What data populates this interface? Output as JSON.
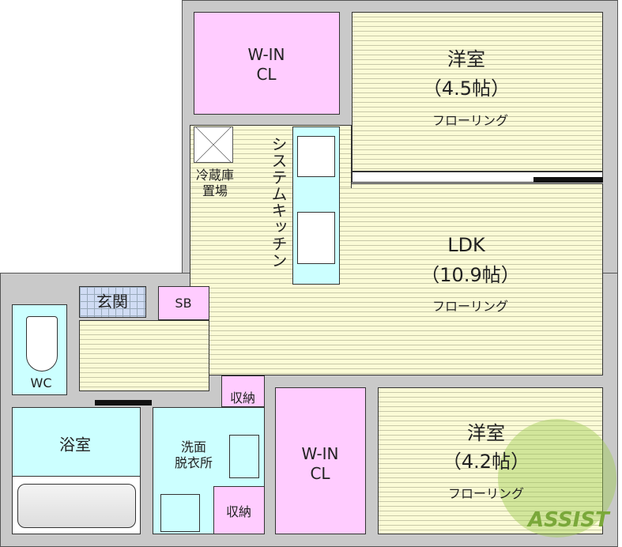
{
  "rooms": {
    "wic_top": "W-IN\nCL",
    "western1_name": "洋室",
    "western1_size": "（4.5帖）",
    "western1_floor": "フローリング",
    "fridge": "冷蔵庫\n置場",
    "kitchen": "システムキッチン",
    "ldk_name": "LDK",
    "ldk_size": "（10.9帖）",
    "ldk_floor": "フローリング",
    "entrance": "玄関",
    "shoebox": "SB",
    "wc": "WC",
    "storage1": "収納",
    "bath": "浴室",
    "washroom": "洗面\n脱衣所",
    "storage2": "収納",
    "wic_bottom": "W-IN\nCL",
    "western2_name": "洋室",
    "western2_size": "（4.2帖）",
    "western2_floor": "フローリング"
  },
  "watermark": "ASSIST",
  "colors": {
    "floor": "#fbfbd6",
    "closet": "#ffccff",
    "wet": "#ccffff",
    "wall": "#c9c9c9",
    "entrance": "#d0dcf4",
    "logo": "#9fcc55"
  }
}
